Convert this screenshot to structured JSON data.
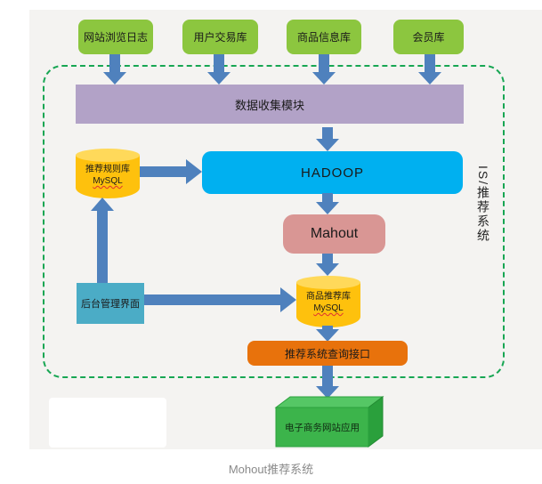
{
  "diagram": {
    "caption": "Mohout推荐系统",
    "side_label": "IS/推荐系统",
    "sources": [
      {
        "label": "网站浏览日志"
      },
      {
        "label": "用户交易库"
      },
      {
        "label": "商品信息库"
      },
      {
        "label": "会员库"
      }
    ],
    "collection_module": "数据收集模块",
    "hadoop": "HADOOP",
    "mahout": "Mahout",
    "rule_db": {
      "line1": "推荐规则库",
      "line2": "MySQL"
    },
    "product_db": {
      "line1": "商品推荐库",
      "line2": "MySQL"
    },
    "admin_ui": "后台管理界面",
    "query_api": "推荐系统查询接口",
    "ecommerce_app": "电子商务网站应用",
    "colors": {
      "source_green": "#8cc63f",
      "collect_purple": "#b2a2c7",
      "hadoop_cyan": "#00b0f0",
      "mahout_pink": "#d99694",
      "admin_teal": "#4bacc6",
      "api_orange": "#e8720c",
      "cylinder_yellow": "#fec10d",
      "arrow_blue": "#4f81bd",
      "dashed_border_green": "#17a653",
      "app_green": "#3cb44b",
      "panel_gray": "#f4f3f1"
    }
  }
}
